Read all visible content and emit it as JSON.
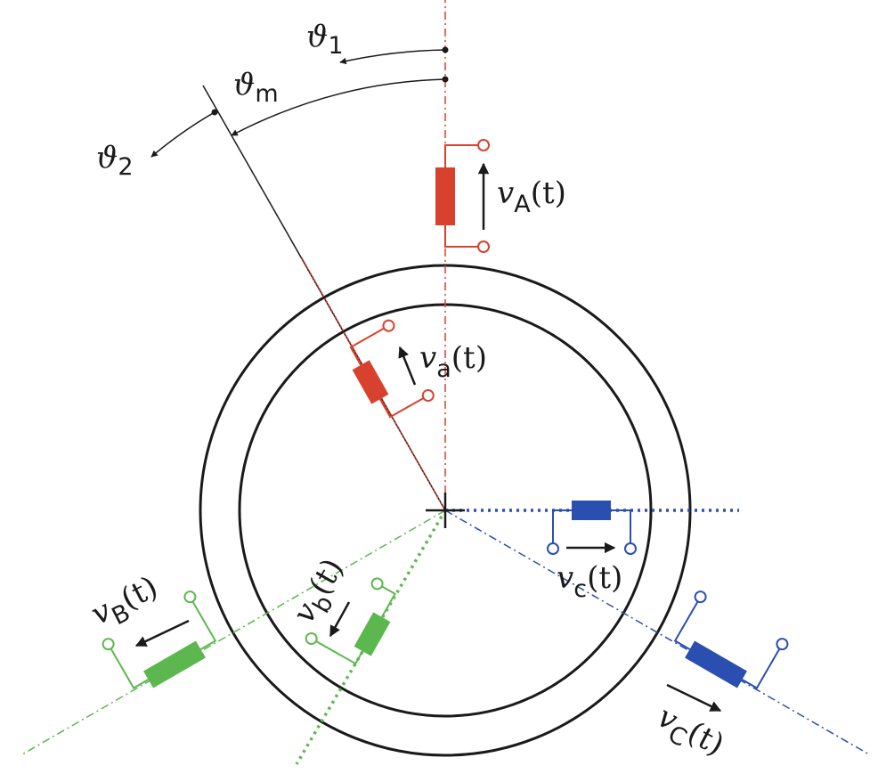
{
  "colors": {
    "phase_a": "#d9412f",
    "phase_b": "#5cb84e",
    "phase_c": "#2b4fb0",
    "ink": "#1a1a1a"
  },
  "angles": {
    "theta_1": {
      "sym": "ϑ",
      "sub": "1"
    },
    "theta_m": {
      "sym": "ϑ",
      "sub": "m"
    },
    "theta_2": {
      "sym": "ϑ",
      "sub": "2"
    }
  },
  "voltages": {
    "vA": {
      "sym": "v",
      "sub": "A",
      "arg": "(t)"
    },
    "va": {
      "sym": "v",
      "sub": "a",
      "arg": "(t)"
    },
    "vB": {
      "sym": "v",
      "sub": "B",
      "arg": "(t)"
    },
    "vb": {
      "sym": "v",
      "sub": "b",
      "arg": "(t)"
    },
    "vc": {
      "sym": "v",
      "sub": "c",
      "arg": "(t)"
    },
    "vC": {
      "sym": "v",
      "sub": "C",
      "arg": "(t)"
    }
  }
}
